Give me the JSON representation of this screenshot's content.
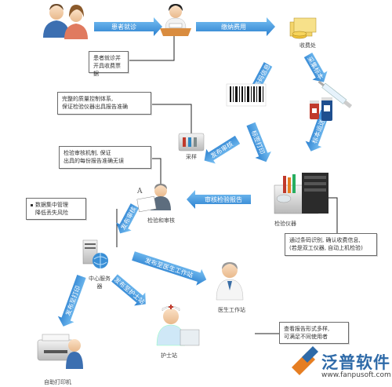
{
  "flow_labels": {
    "register": "患者就诊",
    "pay": "缴纳费用",
    "barcode": "生成条码信息",
    "collect": "采集标本",
    "label_print": "标签打印",
    "specimen_deliver": "标本运送",
    "report_review": "审核检验报告",
    "publish_review": "发布审核",
    "publish_doctor": "发布至医生工作站",
    "publish_nurse": "发布至护士站",
    "publish_print": "发布至打印"
  },
  "nodes": {
    "cashier": "收费处",
    "sampling": "采样",
    "audit": "检验和审核",
    "instrument": "检验仪器",
    "server": "中心服务器",
    "doctor": "医生工作站",
    "nurse": "护士站",
    "printer": "自助打印机"
  },
  "notes": {
    "note1": [
      "患者就诊并",
      "开具收费票据"
    ],
    "note2": [
      "完整的质量控制体系,",
      "保证检验仪器出具报告准确"
    ],
    "note3": [
      "检验审核机制, 保证",
      "出具的每份报告准确无误"
    ],
    "note4": [
      "数据集中管理",
      "降低丢失风险"
    ],
    "note5": [
      "通过条码识别, 确认收费信息,",
      "(若是双工仪器, 自动上机检验)"
    ],
    "note6": [
      "查看报告形式多样,",
      "可满足不同使用者"
    ]
  },
  "brand": {
    "name": "泛普软件",
    "url": "www.fanpusoft.com"
  },
  "colors": {
    "arrow": "#2f8ad8",
    "arrow_light": "#63b3f0",
    "line": "#222222",
    "brand": "#2e6aa8"
  }
}
